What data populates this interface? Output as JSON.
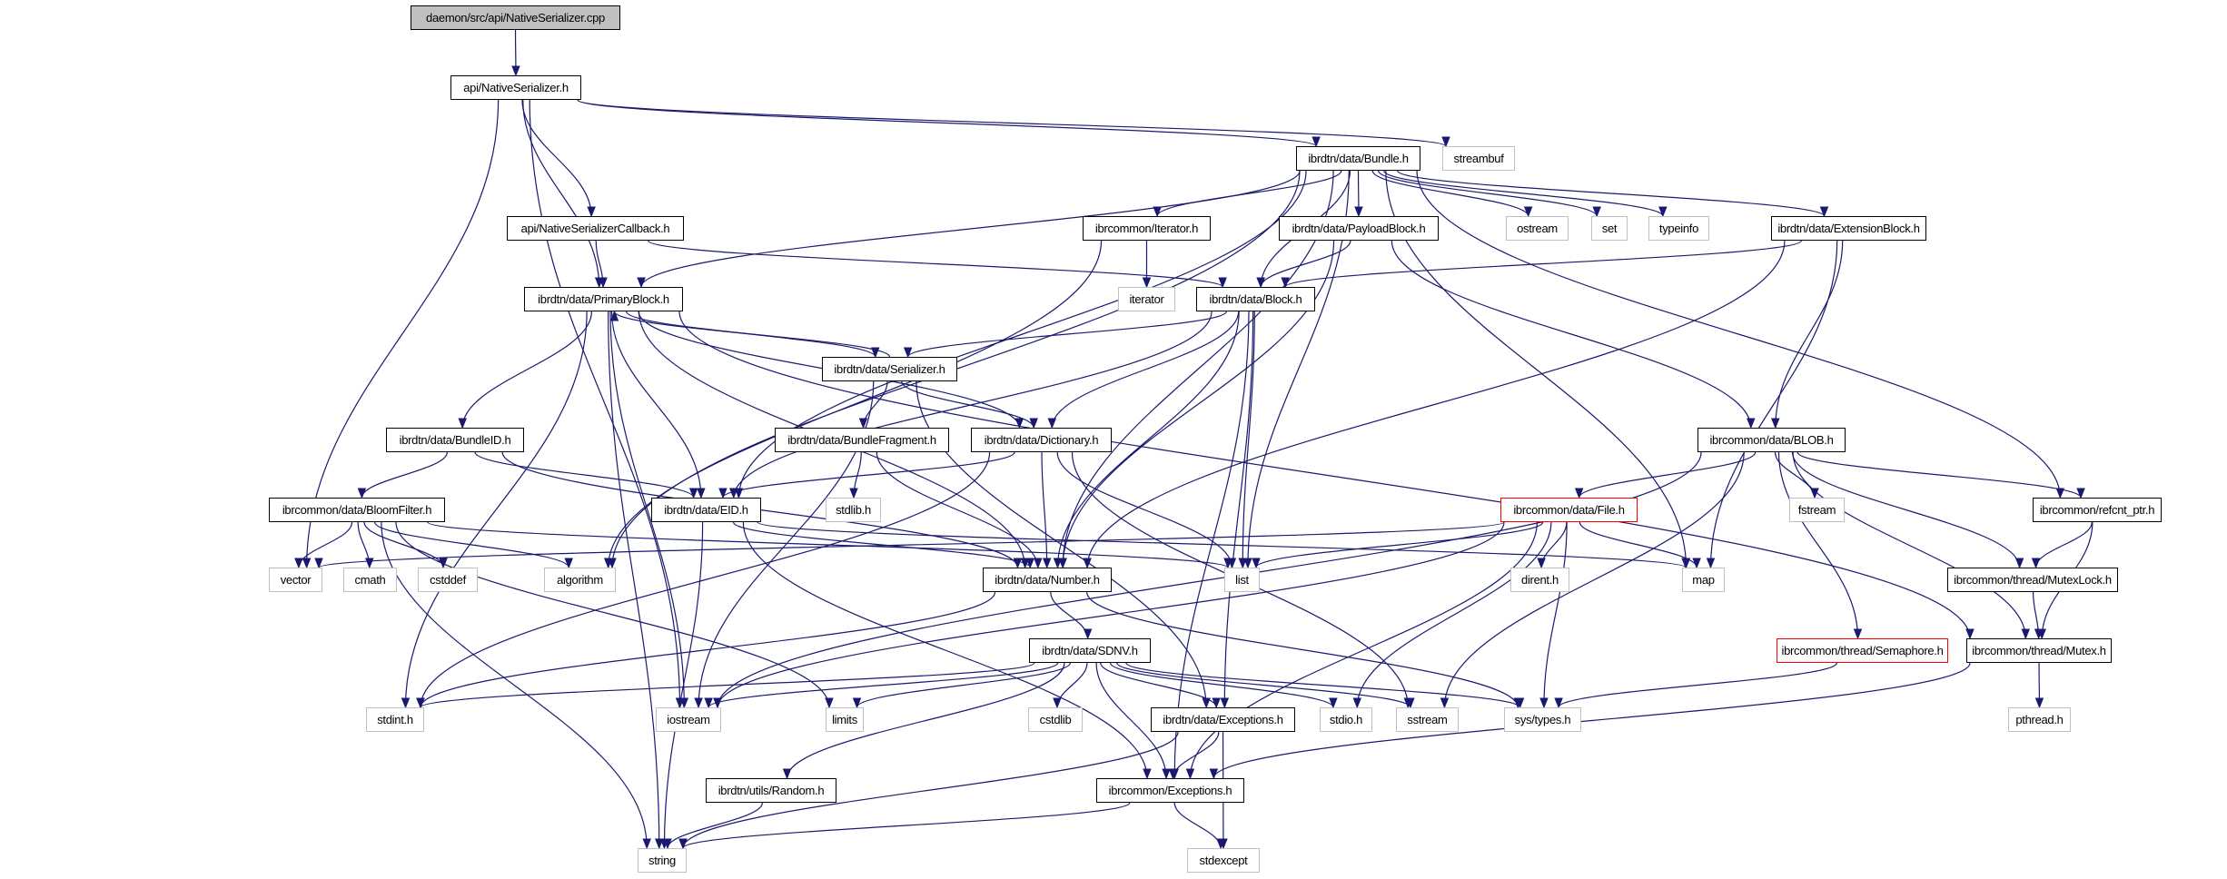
{
  "diagram": {
    "title": "daemon/src/api/NativeSerializer.cpp include dependency graph",
    "colors": {
      "edge": "#191970",
      "root_fill": "#bfbfbf",
      "local_border": "#000000",
      "system_border": "#bfbfbf",
      "incomplete_border": "#ff0000"
    },
    "nodes": [
      {
        "id": "root",
        "label": "daemon/src/api/NativeSerializer.cpp",
        "kind": "root"
      },
      {
        "id": "ns_h",
        "label": "api/NativeSerializer.h",
        "kind": "local"
      },
      {
        "id": "bundle",
        "label": "ibrdtn/data/Bundle.h",
        "kind": "local"
      },
      {
        "id": "streambuf",
        "label": "streambuf",
        "kind": "system"
      },
      {
        "id": "nscb",
        "label": "api/NativeSerializerCallback.h",
        "kind": "local"
      },
      {
        "id": "iteratorh",
        "label": "ibrcommon/Iterator.h",
        "kind": "local"
      },
      {
        "id": "payload",
        "label": "ibrdtn/data/PayloadBlock.h",
        "kind": "local"
      },
      {
        "id": "ostream",
        "label": "ostream",
        "kind": "system"
      },
      {
        "id": "set",
        "label": "set",
        "kind": "system"
      },
      {
        "id": "typeinfo",
        "label": "typeinfo",
        "kind": "system"
      },
      {
        "id": "extblock",
        "label": "ibrdtn/data/ExtensionBlock.h",
        "kind": "local"
      },
      {
        "id": "primary",
        "label": "ibrdtn/data/PrimaryBlock.h",
        "kind": "local"
      },
      {
        "id": "iterator",
        "label": "iterator",
        "kind": "system"
      },
      {
        "id": "block",
        "label": "ibrdtn/data/Block.h",
        "kind": "local"
      },
      {
        "id": "serializer",
        "label": "ibrdtn/data/Serializer.h",
        "kind": "local"
      },
      {
        "id": "bundleid",
        "label": "ibrdtn/data/BundleID.h",
        "kind": "local"
      },
      {
        "id": "fragment",
        "label": "ibrdtn/data/BundleFragment.h",
        "kind": "local"
      },
      {
        "id": "dictionary",
        "label": "ibrdtn/data/Dictionary.h",
        "kind": "local"
      },
      {
        "id": "blob",
        "label": "ibrcommon/data/BLOB.h",
        "kind": "local"
      },
      {
        "id": "bloom",
        "label": "ibrcommon/data/BloomFilter.h",
        "kind": "local"
      },
      {
        "id": "eid",
        "label": "ibrdtn/data/EID.h",
        "kind": "local"
      },
      {
        "id": "stdlib",
        "label": "stdlib.h",
        "kind": "system"
      },
      {
        "id": "file",
        "label": "ibrcommon/data/File.h",
        "kind": "incomplete"
      },
      {
        "id": "fstream",
        "label": "fstream",
        "kind": "system"
      },
      {
        "id": "refcnt",
        "label": "ibrcommon/refcnt_ptr.h",
        "kind": "local"
      },
      {
        "id": "vector",
        "label": "vector",
        "kind": "system"
      },
      {
        "id": "cmath",
        "label": "cmath",
        "kind": "system"
      },
      {
        "id": "cstddef",
        "label": "cstddef",
        "kind": "system"
      },
      {
        "id": "algorithm",
        "label": "algorithm",
        "kind": "system"
      },
      {
        "id": "number",
        "label": "ibrdtn/data/Number.h",
        "kind": "local"
      },
      {
        "id": "list",
        "label": "list",
        "kind": "system"
      },
      {
        "id": "dirent",
        "label": "dirent.h",
        "kind": "system"
      },
      {
        "id": "map",
        "label": "map",
        "kind": "system"
      },
      {
        "id": "mutexlock",
        "label": "ibrcommon/thread/MutexLock.h",
        "kind": "local"
      },
      {
        "id": "sdnv",
        "label": "ibrdtn/data/SDNV.h",
        "kind": "local"
      },
      {
        "id": "semaphore",
        "label": "ibrcommon/thread/Semaphore.h",
        "kind": "incomplete"
      },
      {
        "id": "mutex",
        "label": "ibrcommon/thread/Mutex.h",
        "kind": "local"
      },
      {
        "id": "stdint",
        "label": "stdint.h",
        "kind": "system"
      },
      {
        "id": "iostream",
        "label": "iostream",
        "kind": "system"
      },
      {
        "id": "limits",
        "label": "limits",
        "kind": "system"
      },
      {
        "id": "cstdlib",
        "label": "cstdlib",
        "kind": "system"
      },
      {
        "id": "dexc",
        "label": "ibrdtn/data/Exceptions.h",
        "kind": "local"
      },
      {
        "id": "stdio",
        "label": "stdio.h",
        "kind": "system"
      },
      {
        "id": "sstream",
        "label": "sstream",
        "kind": "system"
      },
      {
        "id": "systypes",
        "label": "sys/types.h",
        "kind": "system"
      },
      {
        "id": "pthread",
        "label": "pthread.h",
        "kind": "system"
      },
      {
        "id": "random",
        "label": "ibrdtn/utils/Random.h",
        "kind": "local"
      },
      {
        "id": "cexc",
        "label": "ibrcommon/Exceptions.h",
        "kind": "local"
      },
      {
        "id": "string",
        "label": "string",
        "kind": "system"
      },
      {
        "id": "stdexcept",
        "label": "stdexcept",
        "kind": "system"
      }
    ],
    "edges": [
      [
        "root",
        "ns_h"
      ],
      [
        "ns_h",
        "bundle"
      ],
      [
        "ns_h",
        "streambuf"
      ],
      [
        "ns_h",
        "nscb"
      ],
      [
        "ns_h",
        "primary"
      ],
      [
        "ns_h",
        "vector"
      ],
      [
        "ns_h",
        "iostream"
      ],
      [
        "bundle",
        "iteratorh"
      ],
      [
        "bundle",
        "payload"
      ],
      [
        "bundle",
        "ostream"
      ],
      [
        "bundle",
        "set"
      ],
      [
        "bundle",
        "typeinfo"
      ],
      [
        "bundle",
        "extblock"
      ],
      [
        "bundle",
        "primary"
      ],
      [
        "bundle",
        "block"
      ],
      [
        "bundle",
        "eid"
      ],
      [
        "bundle",
        "number"
      ],
      [
        "bundle",
        "list"
      ],
      [
        "bundle",
        "map"
      ],
      [
        "bundle",
        "refcnt"
      ],
      [
        "bundle",
        "algorithm"
      ],
      [
        "nscb",
        "primary"
      ],
      [
        "nscb",
        "block"
      ],
      [
        "iteratorh",
        "iterator"
      ],
      [
        "iteratorh",
        "algorithm"
      ],
      [
        "payload",
        "block"
      ],
      [
        "payload",
        "blob"
      ],
      [
        "payload",
        "number"
      ],
      [
        "extblock",
        "block"
      ],
      [
        "extblock",
        "blob"
      ],
      [
        "extblock",
        "number"
      ],
      [
        "extblock",
        "map"
      ],
      [
        "primary",
        "serializer"
      ],
      [
        "primary",
        "bundleid"
      ],
      [
        "primary",
        "dictionary"
      ],
      [
        "primary",
        "eid"
      ],
      [
        "primary",
        "number"
      ],
      [
        "primary",
        "mutex"
      ],
      [
        "primary",
        "stdint"
      ],
      [
        "primary",
        "iostream"
      ],
      [
        "primary",
        "string"
      ],
      [
        "block",
        "serializer"
      ],
      [
        "block",
        "dictionary"
      ],
      [
        "block",
        "eid"
      ],
      [
        "block",
        "number"
      ],
      [
        "block",
        "list"
      ],
      [
        "block",
        "dexc"
      ],
      [
        "block",
        "cexc"
      ],
      [
        "serializer",
        "primary"
      ],
      [
        "serializer",
        "fragment"
      ],
      [
        "serializer",
        "dictionary"
      ],
      [
        "serializer",
        "dexc"
      ],
      [
        "serializer",
        "iostream"
      ],
      [
        "bundleid",
        "bloom"
      ],
      [
        "bundleid",
        "eid"
      ],
      [
        "bundleid",
        "number"
      ],
      [
        "fragment",
        "stdlib"
      ],
      [
        "fragment",
        "number"
      ],
      [
        "dictionary",
        "eid"
      ],
      [
        "dictionary",
        "number"
      ],
      [
        "dictionary",
        "list"
      ],
      [
        "dictionary",
        "sstream"
      ],
      [
        "dictionary",
        "stdint"
      ],
      [
        "blob",
        "file"
      ],
      [
        "blob",
        "fstream"
      ],
      [
        "blob",
        "refcnt"
      ],
      [
        "blob",
        "mutexlock"
      ],
      [
        "blob",
        "mutex"
      ],
      [
        "blob",
        "semaphore"
      ],
      [
        "blob",
        "iostream"
      ],
      [
        "blob",
        "sstream"
      ],
      [
        "bloom",
        "vector"
      ],
      [
        "bloom",
        "cmath"
      ],
      [
        "bloom",
        "cstddef"
      ],
      [
        "bloom",
        "algorithm"
      ],
      [
        "bloom",
        "list"
      ],
      [
        "bloom",
        "limits"
      ],
      [
        "bloom",
        "string"
      ],
      [
        "eid",
        "number"
      ],
      [
        "eid",
        "map"
      ],
      [
        "eid",
        "string"
      ],
      [
        "eid",
        "cexc"
      ],
      [
        "file",
        "vector"
      ],
      [
        "file",
        "list"
      ],
      [
        "file",
        "dirent"
      ],
      [
        "file",
        "map"
      ],
      [
        "file",
        "iostream"
      ],
      [
        "file",
        "stdio"
      ],
      [
        "file",
        "systypes"
      ],
      [
        "file",
        "cexc"
      ],
      [
        "refcnt",
        "mutexlock"
      ],
      [
        "refcnt",
        "mutex"
      ],
      [
        "number",
        "sdnv"
      ],
      [
        "number",
        "stdint"
      ],
      [
        "number",
        "systypes"
      ],
      [
        "mutexlock",
        "mutex"
      ],
      [
        "sdnv",
        "stdint"
      ],
      [
        "sdnv",
        "iostream"
      ],
      [
        "sdnv",
        "limits"
      ],
      [
        "sdnv",
        "cstdlib"
      ],
      [
        "sdnv",
        "dexc"
      ],
      [
        "sdnv",
        "stdio"
      ],
      [
        "sdnv",
        "sstream"
      ],
      [
        "sdnv",
        "systypes"
      ],
      [
        "sdnv",
        "random"
      ],
      [
        "sdnv",
        "cexc"
      ],
      [
        "semaphore",
        "systypes"
      ],
      [
        "mutex",
        "pthread"
      ],
      [
        "mutex",
        "cexc"
      ],
      [
        "dexc",
        "cexc"
      ],
      [
        "dexc",
        "string"
      ],
      [
        "dexc",
        "stdexcept"
      ],
      [
        "random",
        "string"
      ],
      [
        "cexc",
        "string"
      ],
      [
        "cexc",
        "stdexcept"
      ]
    ]
  }
}
